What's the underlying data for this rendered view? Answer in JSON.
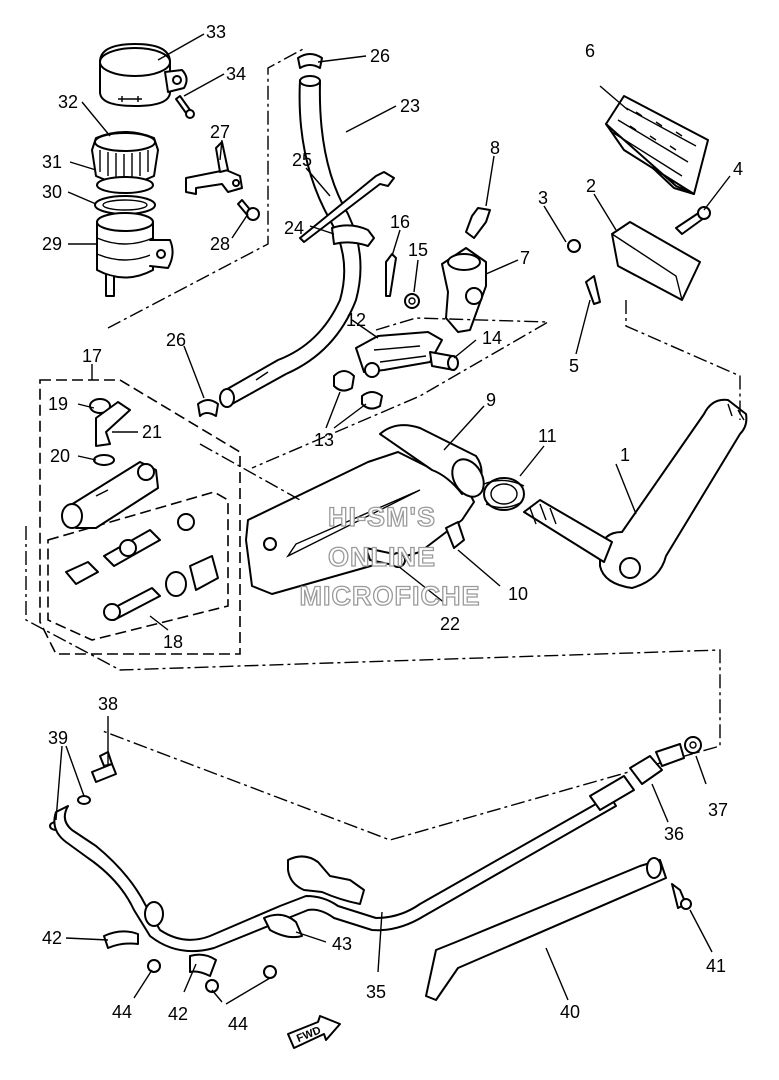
{
  "watermark": {
    "line1": "HI-SM'S",
    "line2": "ONLINE",
    "line3": "MICROFICHE"
  },
  "direction_label": "FWD",
  "callouts": [
    {
      "id": "c1",
      "label": "1"
    },
    {
      "id": "c2",
      "label": "2"
    },
    {
      "id": "c3",
      "label": "3"
    },
    {
      "id": "c4",
      "label": "4"
    },
    {
      "id": "c5",
      "label": "5"
    },
    {
      "id": "c6",
      "label": "6"
    },
    {
      "id": "c7",
      "label": "7"
    },
    {
      "id": "c8",
      "label": "8"
    },
    {
      "id": "c9",
      "label": "9"
    },
    {
      "id": "c10",
      "label": "10"
    },
    {
      "id": "c11",
      "label": "11"
    },
    {
      "id": "c12",
      "label": "12"
    },
    {
      "id": "c13",
      "label": "13"
    },
    {
      "id": "c14",
      "label": "14"
    },
    {
      "id": "c15",
      "label": "15"
    },
    {
      "id": "c16",
      "label": "16"
    },
    {
      "id": "c17",
      "label": "17"
    },
    {
      "id": "c18",
      "label": "18"
    },
    {
      "id": "c19",
      "label": "19"
    },
    {
      "id": "c20",
      "label": "20"
    },
    {
      "id": "c21",
      "label": "21"
    },
    {
      "id": "c22",
      "label": "22"
    },
    {
      "id": "c23",
      "label": "23"
    },
    {
      "id": "c24",
      "label": "24"
    },
    {
      "id": "c25",
      "label": "25"
    },
    {
      "id": "c26a",
      "label": "26"
    },
    {
      "id": "c26b",
      "label": "26"
    },
    {
      "id": "c27",
      "label": "27"
    },
    {
      "id": "c28",
      "label": "28"
    },
    {
      "id": "c29",
      "label": "29"
    },
    {
      "id": "c30",
      "label": "30"
    },
    {
      "id": "c31",
      "label": "31"
    },
    {
      "id": "c32",
      "label": "32"
    },
    {
      "id": "c33",
      "label": "33"
    },
    {
      "id": "c34",
      "label": "34"
    },
    {
      "id": "c35",
      "label": "35"
    },
    {
      "id": "c36",
      "label": "36"
    },
    {
      "id": "c37",
      "label": "37"
    },
    {
      "id": "c38",
      "label": "38"
    },
    {
      "id": "c39",
      "label": "39"
    },
    {
      "id": "c40",
      "label": "40"
    },
    {
      "id": "c41",
      "label": "41"
    },
    {
      "id": "c42a",
      "label": "42"
    },
    {
      "id": "c42b",
      "label": "42"
    },
    {
      "id": "c43",
      "label": "43"
    },
    {
      "id": "c44a",
      "label": "44"
    },
    {
      "id": "c44b",
      "label": "44"
    }
  ]
}
